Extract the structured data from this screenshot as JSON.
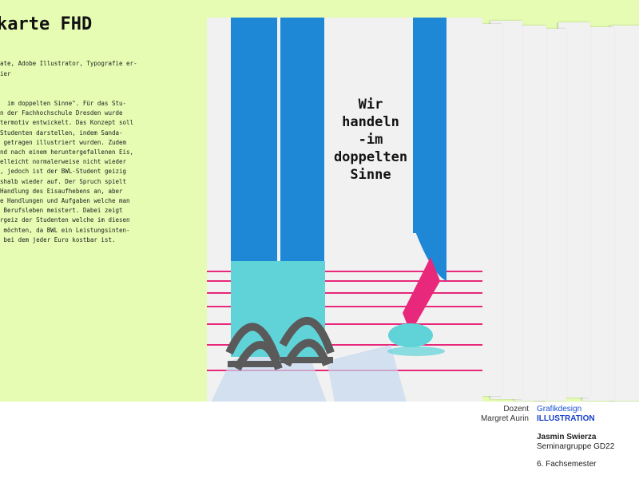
{
  "project": {
    "title": "karte FHD",
    "tools": "ate, Adobe Illustrator, Typografie er-\nier",
    "description": "  im doppelten Sinne\". Für das Stu-\nn der Fachhochschule Dresden wurde\ntermotiv entwickelt. Das Konzept soll\nStudenten darstellen, indem Sanda-\n getragen illustriert wurden. Zudem\nnd nach einem heruntergefallenen Eis,\nelleicht normalerweise nicht wieder\n, jedoch ist der BWL-Student geizig\nshalb wieder auf. Der Spruch spielt\nHandlung des Eisaufhebens an, aber\ne Handlungen und Aufgaben welche man\n Berufsleben meistert. Dabei zeigt\nrgeiz der Studenten welche im diesen\n möchten, da BWL ein Leistungsinten-\n bei dem jeder Euro kostbar ist."
  },
  "poster": {
    "slogan": [
      "Wir",
      "handeln",
      "-im",
      "doppelten",
      "Sinne"
    ],
    "colors": {
      "blue": "#1e88d6",
      "turquoise": "#5fd3d8",
      "pink": "#e8287a",
      "grey": "#5a5a5a"
    }
  },
  "info": {
    "role": "Dozent",
    "lecturer": "Margret Aurin",
    "department": "Grafikdesign",
    "course": "ILLUSTRATION",
    "student": "Jasmin Swierza",
    "group": "Seminargruppe GD22",
    "semester": "6. Fachsemester"
  },
  "colors": {
    "background": "#e5fcb2",
    "accent": "#1a4fd6"
  }
}
